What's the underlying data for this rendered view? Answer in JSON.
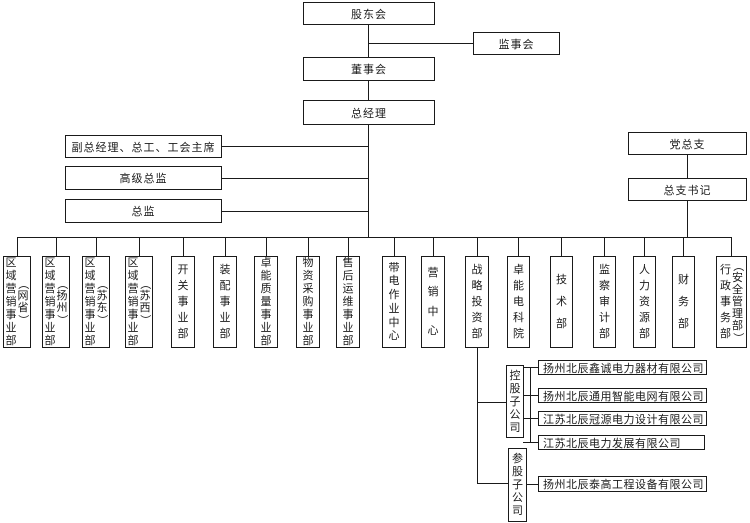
{
  "nodes": {
    "shareholders": {
      "label": "股东会"
    },
    "supervisory": {
      "label": "监事会"
    },
    "board": {
      "label": "董事会"
    },
    "general_manager": {
      "label": "总经理"
    },
    "deputy_gm": {
      "label": "副总经理、总工、工会主席"
    },
    "senior_director": {
      "label": "高级总监"
    },
    "director": {
      "label": "总监"
    },
    "party_branch": {
      "label": "党总支"
    },
    "branch_secretary": {
      "label": "总支书记"
    }
  },
  "departments": [
    {
      "main": "区域营销事业部",
      "sub": "（网省）"
    },
    {
      "main": "区域营销事业部",
      "sub": "（扬州）"
    },
    {
      "main": "区域营销事业部",
      "sub": "（苏东）"
    },
    {
      "main": "区域营销事业部",
      "sub": "（苏西）"
    },
    {
      "main": "开关事业部",
      "sub": ""
    },
    {
      "main": "装配事业部",
      "sub": ""
    },
    {
      "main": "卓能质量事业部",
      "sub": ""
    },
    {
      "main": "物资采购事业部",
      "sub": ""
    },
    {
      "main": "售后运维事业部",
      "sub": ""
    },
    {
      "main": "带电作业中心",
      "sub": ""
    },
    {
      "main": "营销中心",
      "sub": ""
    },
    {
      "main": "战略投资部",
      "sub": ""
    },
    {
      "main": "卓能电科院",
      "sub": ""
    },
    {
      "main": "技术部",
      "sub": ""
    },
    {
      "main": "监察审计部",
      "sub": ""
    },
    {
      "main": "人力资源部",
      "sub": ""
    },
    {
      "main": "财务部",
      "sub": ""
    },
    {
      "main": "行政事务部",
      "sub": "（安全管理部）"
    }
  ],
  "subsidiary_groups": [
    {
      "label": "控股子公司",
      "companies": [
        "扬州北辰鑫诚电力器材有限公司",
        "扬州北辰通用智能电网有限公司",
        "江苏北辰冠源电力设计有限公司",
        "江苏北辰电力发展有限公司"
      ]
    },
    {
      "label": "参股子公司",
      "companies": [
        "扬州北辰泰高工程设备有限公司"
      ]
    }
  ],
  "colors": {
    "background": "#ffffff",
    "line": "#1a1a1a",
    "box_border": "#1a1a1a",
    "box_fill": "#ffffff",
    "text": "#1a1a1a"
  }
}
